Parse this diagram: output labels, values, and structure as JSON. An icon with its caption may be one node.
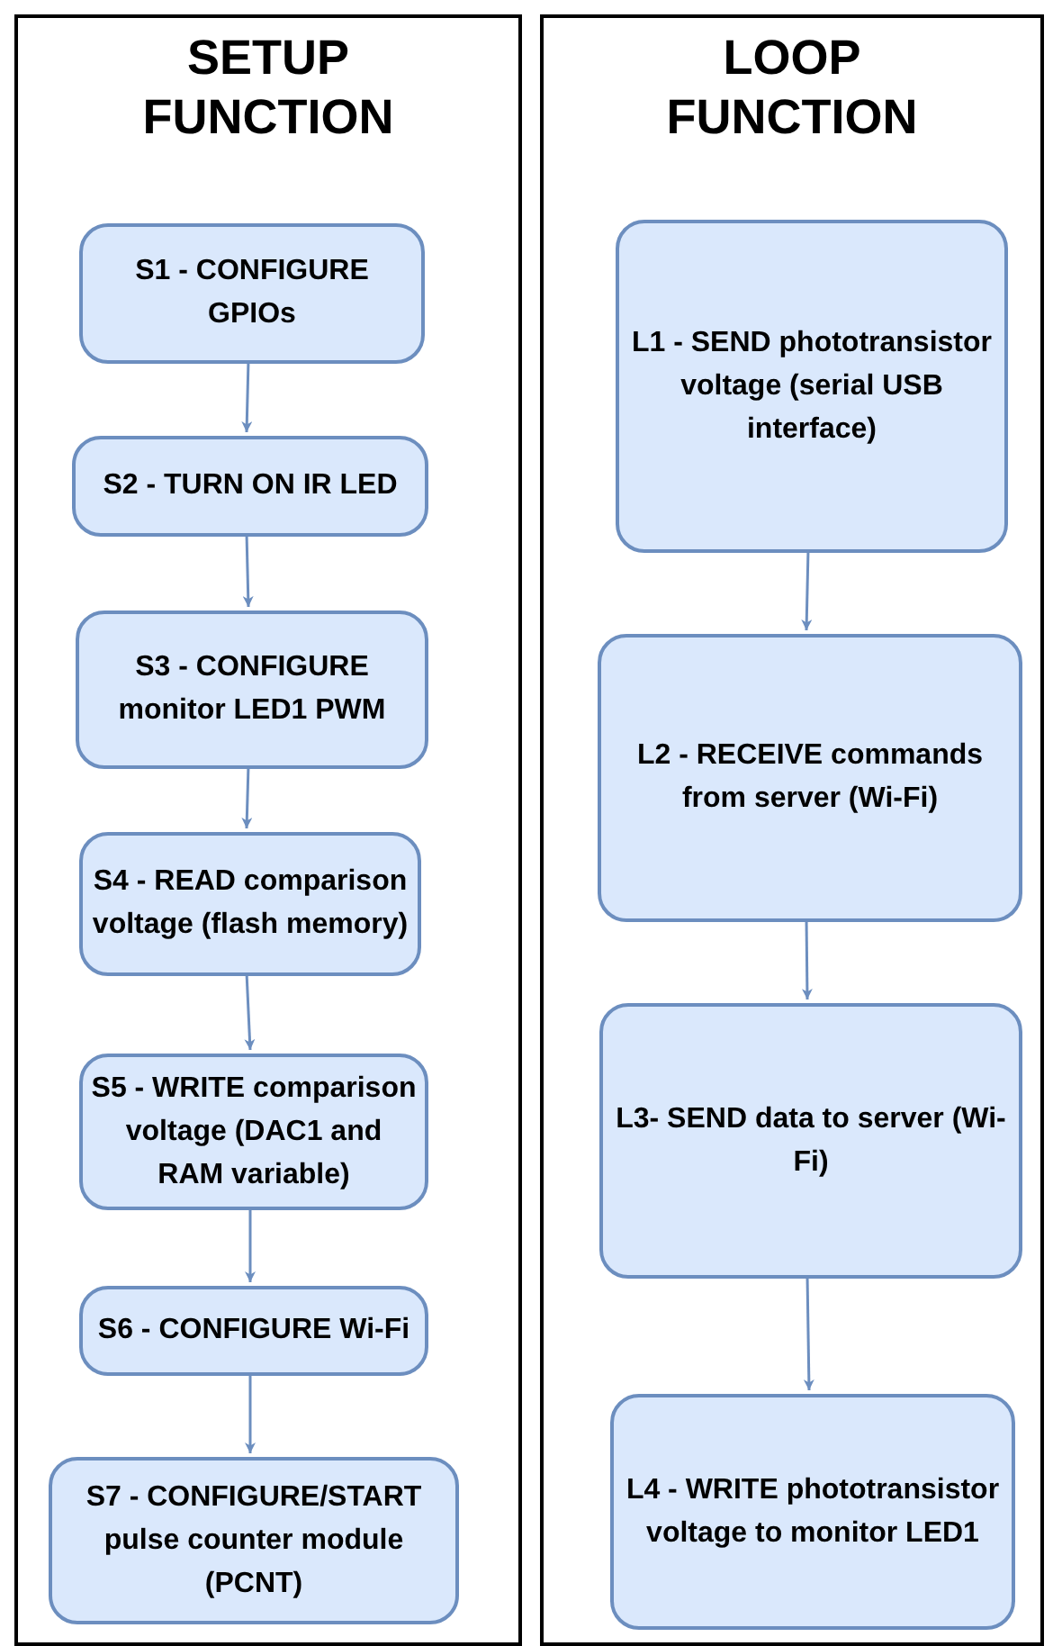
{
  "diagram": {
    "nodes": [
      {
        "text": [
          "SETUP FUNCTION"
        ]
      },
      {
        "text": [
          "S1 - CONFIGURE GPIOs"
        ],
        "in": 0
      },
      {
        "text": [
          "S2 - TURN ON IR LED"
        ],
        "in": 0
      },
      {
        "text": [
          "S3 - CONFIGURE monitor LED1 PWM"
        ],
        "in": 0
      },
      {
        "text": [
          "S4 - READ comparison voltage (flash memory)"
        ],
        "in": 0
      },
      {
        "text": [
          "S5 - WRITE comparison voltage (DAC1 and RAM variable)"
        ],
        "in": 0
      },
      {
        "text": [
          "S6 - CONFIGURE Wi-Fi"
        ],
        "in": 0
      },
      {
        "text": [
          "S7 - CONFIGURE/START pulse counter module (PCNT)"
        ],
        "in": 0
      },
      {
        "text": [
          "LOOP FUNCTION"
        ]
      },
      {
        "text": [
          "L1 - SEND phototransistor voltage (serial USB interface)"
        ],
        "in": 8
      },
      {
        "text": [
          "L2 - RECEIVE commands from server (Wi-Fi)"
        ],
        "in": 8
      },
      {
        "text": [
          "L3- SEND data to server (Wi-Fi)"
        ],
        "in": 8
      },
      {
        "text": [
          "L4 - WRITE phototransistor voltage to monitor LED1"
        ],
        "in": 8
      }
    ],
    "edges": [
      {
        "from": 1,
        "to": 2,
        "arrow": "to"
      },
      {
        "from": 2,
        "to": 3,
        "arrow": "to"
      },
      {
        "from": 3,
        "to": 4,
        "arrow": "to"
      },
      {
        "from": 4,
        "to": 5,
        "arrow": "to"
      },
      {
        "from": 5,
        "to": 6,
        "arrow": "to"
      },
      {
        "from": 6,
        "to": 7,
        "arrow": "to"
      },
      {
        "from": 9,
        "to": 10,
        "arrow": "to"
      },
      {
        "from": 10,
        "to": 11,
        "arrow": "to"
      },
      {
        "from": 11,
        "to": 12,
        "arrow": "to"
      }
    ]
  }
}
